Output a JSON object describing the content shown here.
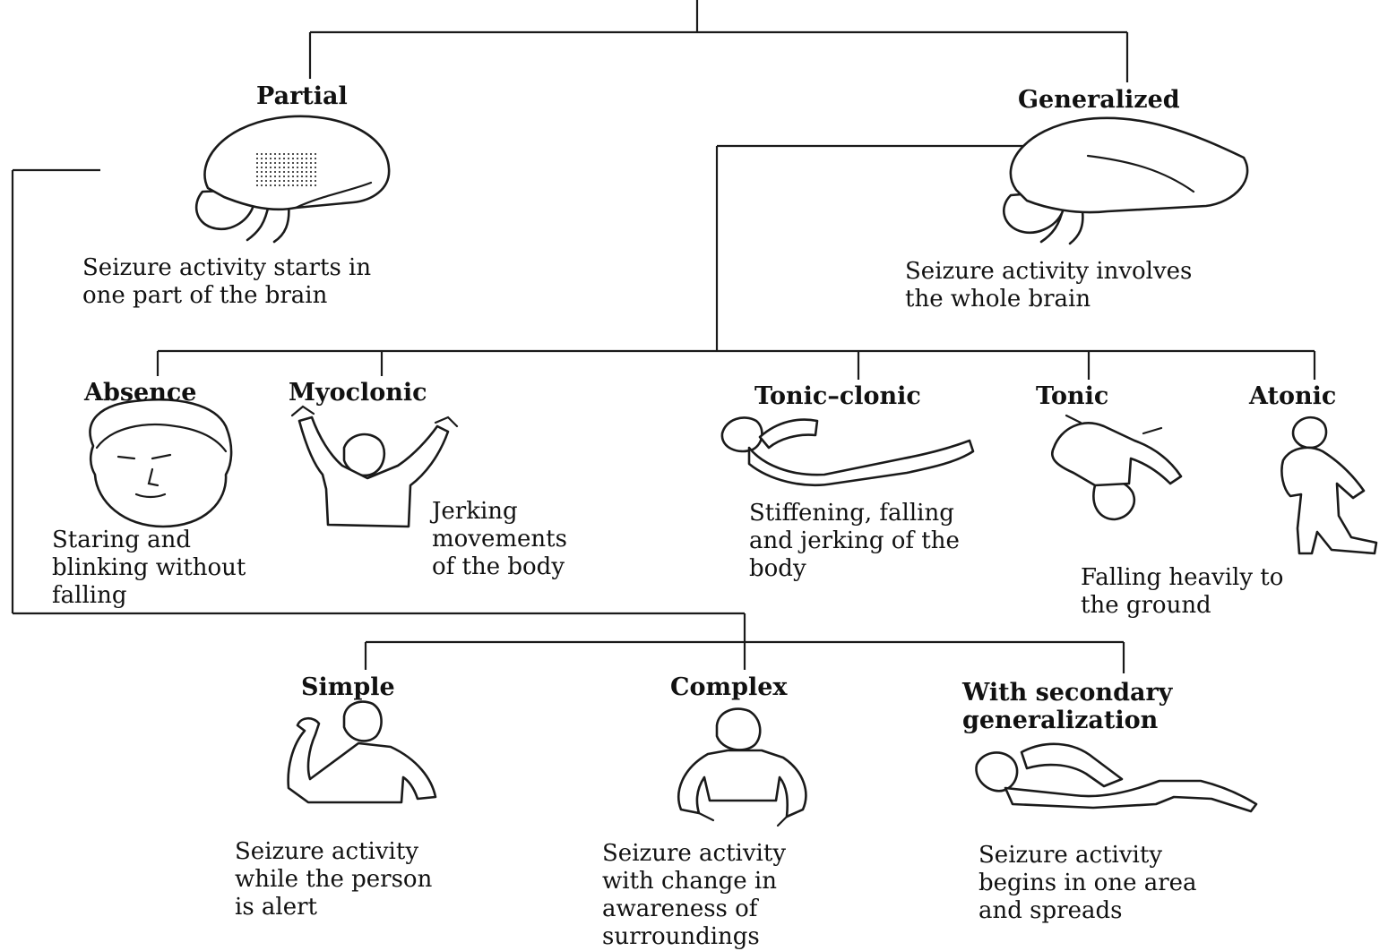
{
  "nodes": {
    "partial": {
      "title": "Partial",
      "desc": [
        "Seizure activity starts in",
        "one part of the brain"
      ]
    },
    "generalized": {
      "title": "Generalized",
      "desc": [
        "Seizure activity involves",
        "the whole brain"
      ]
    },
    "absence": {
      "title": "Absence",
      "desc": [
        "Staring and",
        "blinking without",
        "falling"
      ]
    },
    "myoclonic": {
      "title": "Myoclonic",
      "desc": [
        "Jerking",
        "movements",
        "of the body"
      ]
    },
    "tonic_clonic": {
      "title": "Tonic–clonic",
      "desc": [
        "Stiffening, falling",
        "and jerking of the",
        "body"
      ]
    },
    "tonic": {
      "title": "Tonic",
      "desc": []
    },
    "atonic": {
      "title": "Atonic",
      "desc": [
        "Falling heavily to",
        "the ground"
      ]
    },
    "simple": {
      "title": "Simple",
      "desc": [
        "Seizure activity",
        "while the person",
        "is alert"
      ]
    },
    "complex": {
      "title": "Complex",
      "desc": [
        "Seizure activity",
        "with change in",
        "awareness of",
        "surroundings"
      ]
    },
    "secondary": {
      "title_lines": [
        "With secondary",
        "generalization"
      ],
      "desc": [
        "Seizure activity",
        "begins in one area",
        "and spreads"
      ]
    }
  }
}
